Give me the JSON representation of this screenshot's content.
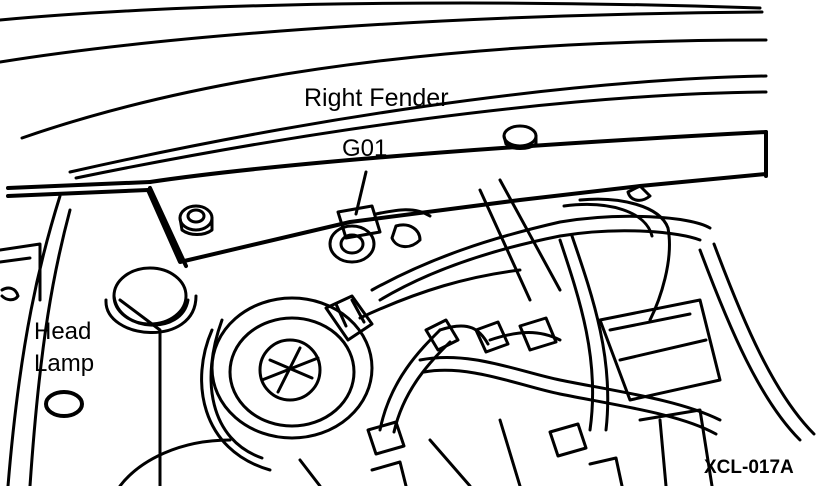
{
  "labels": {
    "right_fender": "Right Fender",
    "ground_point": "G01",
    "head_lamp_line1": "Head",
    "head_lamp_line2": "Lamp",
    "figure_code": "XCL-017A"
  },
  "colors": {
    "ink": "#000000",
    "paper": "#ffffff"
  }
}
